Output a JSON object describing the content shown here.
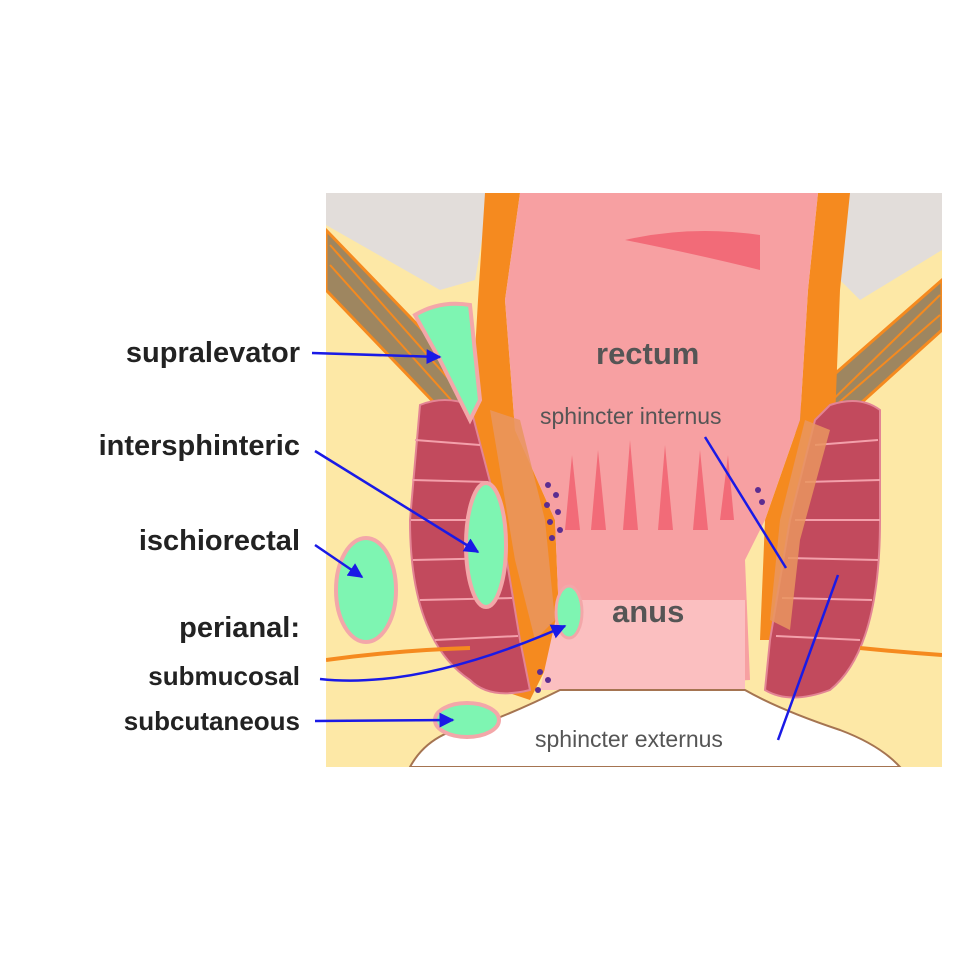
{
  "labels": {
    "supralevator": "supralevator",
    "intersphinteric": "intersphinteric",
    "ischiorectal": "ischiorectal",
    "perianal": "perianal:",
    "submucosal": "submucosal",
    "subcutaneous": "subcutaneous",
    "rectum": "rectum",
    "anus": "anus",
    "sphincter_internus": "sphincter internus",
    "sphincter_externus": "sphincter externus"
  },
  "colors": {
    "fat": "#FDE8A6",
    "gray_background": "#E2DDDA",
    "mucosa": "#F7A0A2",
    "mucosa_light": "#FBBFC0",
    "muscle_external": "#C24A5D",
    "muscle_internal": "#F58A1F",
    "levator": "#9E8660",
    "abscess": "#7EF5B2",
    "abscess_rim": "#F3A7A9",
    "arrow": "#1A1AE6",
    "glands": "#5B2D91"
  }
}
